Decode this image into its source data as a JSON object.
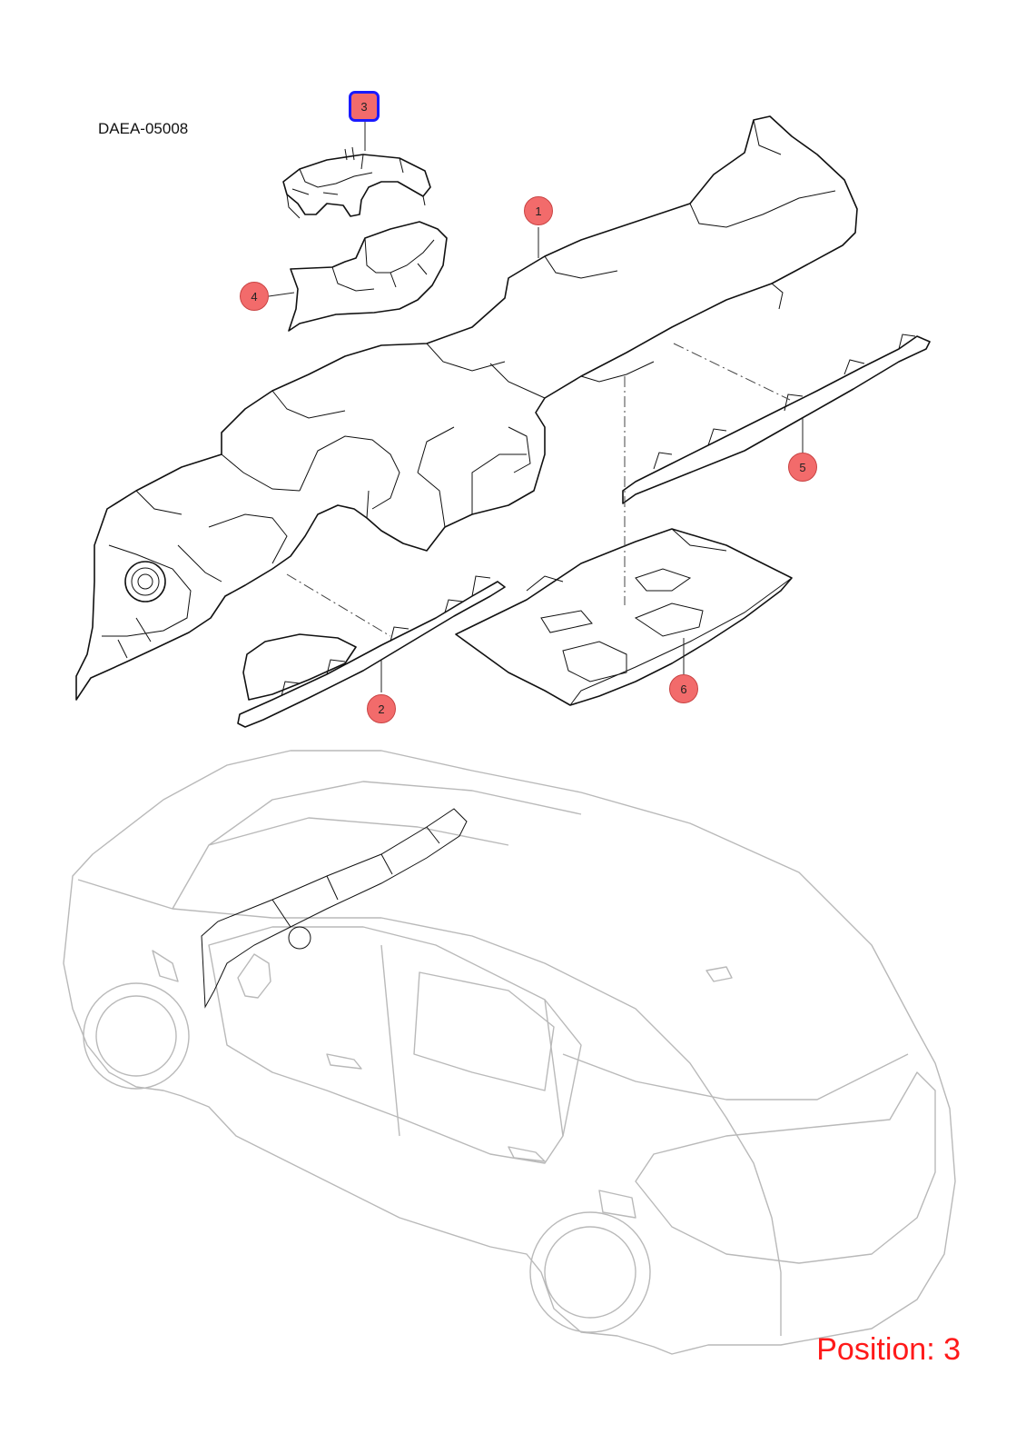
{
  "diagram_code": "DAEA-05008",
  "position_label": "Position: 3",
  "selected_callout": "3",
  "colors": {
    "callout_fill": "#f26b6b",
    "selected_border": "#1a1aff",
    "position_text": "#ff1a1a",
    "car_outline": "#b9b9b9"
  },
  "callouts": [
    {
      "id": "1",
      "label": "1"
    },
    {
      "id": "2",
      "label": "2"
    },
    {
      "id": "3",
      "label": "3"
    },
    {
      "id": "4",
      "label": "4"
    },
    {
      "id": "5",
      "label": "5"
    },
    {
      "id": "6",
      "label": "6"
    }
  ]
}
